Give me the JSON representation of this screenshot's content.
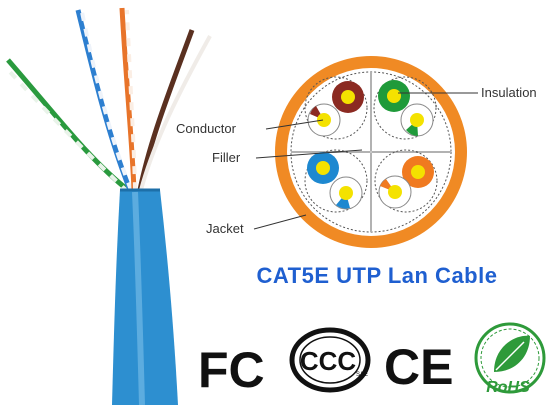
{
  "diagram": {
    "title": "CAT5E UTP Lan Cable",
    "labels": {
      "insulation": "Insulation",
      "conductor": "Conductor",
      "filler": "Filler",
      "jacket": "Jacket"
    }
  },
  "certifications": {
    "fc": "FC",
    "ccc": "CCC",
    "ccc_sub": "S&E",
    "ce": "CE",
    "rohs": "RoHS"
  },
  "colors": {
    "jacket": "#f08a24",
    "cable_blue": "#2d8fd0",
    "pair_brown": "#8b2a22",
    "pair_green": "#1f9a3a",
    "pair_blue": "#1e88d0",
    "pair_orange": "#f07a20",
    "conductor": "#f4e200",
    "title": "#1f5fd0",
    "rohs_green": "#2e9a3a"
  }
}
